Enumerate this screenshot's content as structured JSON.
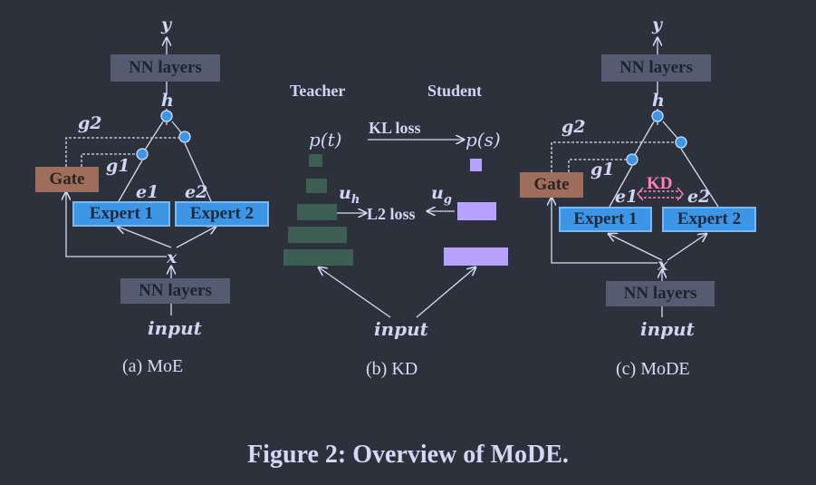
{
  "panels": {
    "moe": {
      "y": "y",
      "top_nn": "NN layers",
      "h": "h",
      "g2": "g2",
      "g1": "g1",
      "gate": "Gate",
      "e1": "e1",
      "e2": "e2",
      "expert1": "Expert 1",
      "expert2": "Expert 2",
      "x": "x",
      "bottom_nn": "NN layers",
      "input": "input",
      "caption": "(a) MoE"
    },
    "kd": {
      "teacher": "Teacher",
      "student": "Student",
      "pt": "p(t)",
      "ps": "p(s)",
      "kl_loss": "KL loss",
      "uh": "u",
      "uh_sub": "h",
      "ug": "u",
      "ug_sub": "g",
      "l2_loss": "L2 loss",
      "input": "input",
      "caption": "(b) KD"
    },
    "mode": {
      "y": "y",
      "top_nn": "NN layers",
      "h": "h",
      "g2": "g2",
      "g1": "g1",
      "gate": "Gate",
      "kd": "KD",
      "e1": "e1",
      "e2": "e2",
      "expert1": "Expert 1",
      "expert2": "Expert 2",
      "x": "x",
      "bottom_nn": "NN layers",
      "input": "input",
      "caption": "(c) MoDE"
    }
  },
  "figure_caption": "Figure 2: Overview of MoDE.",
  "colors": {
    "background": "#2c313c",
    "nn_layers": "#555c72",
    "expert": "#3d95e6",
    "gate": "#9e6d5c",
    "teacher_bar": "#3d5e52",
    "student_bar": "#b7a2ff",
    "kd_label": "#ff7fbf"
  }
}
